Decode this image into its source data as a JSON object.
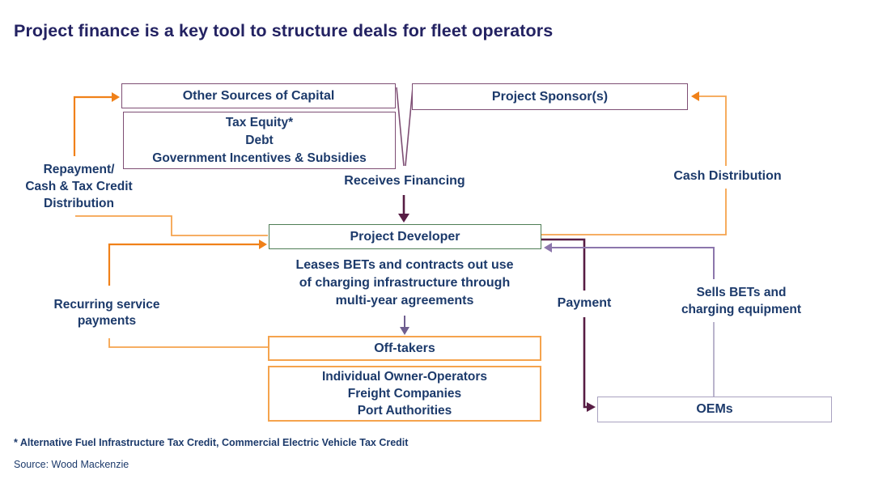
{
  "title": "Project finance is a key tool to structure deals for fleet operators",
  "boxes": {
    "other_sources": {
      "label": "Other Sources of Capital"
    },
    "capital_types": {
      "line1": "Tax Equity*",
      "line2": "Debt",
      "line3": "Government Incentives & Subsidies"
    },
    "project_sponsors": {
      "label": "Project Sponsor(s)"
    },
    "project_developer": {
      "label": "Project Developer"
    },
    "off_takers": {
      "label": "Off-takers"
    },
    "off_taker_types": {
      "line1": "Individual Owner-Operators",
      "line2": "Freight Companies",
      "line3": "Port Authorities"
    },
    "oems": {
      "label": "OEMs"
    }
  },
  "flow_labels": {
    "repayment_line1": "Repayment/",
    "repayment_line2": "Cash & Tax Credit",
    "repayment_line3": "Distribution",
    "receives_financing": "Receives Financing",
    "cash_distribution": "Cash Distribution",
    "leases_line1": "Leases BETs and contracts out use",
    "leases_line2": "of charging infrastructure through",
    "leases_line3": "multi-year agreements",
    "recurring_line1": "Recurring service",
    "recurring_line2": "payments",
    "payment": "Payment",
    "sells_line1": "Sells BETs and",
    "sells_line2": "charging equipment"
  },
  "footnote": "* Alternative Fuel Infrastructure Tax Credit, Commercial Electric Vehicle Tax Credit",
  "source": "Source: Wood Mackenzie",
  "colors": {
    "title_text": "#232262",
    "body_text": "#1C3A6B",
    "plum_border": "#7E4E74",
    "green_border": "#4F7D55",
    "orange_strong": "#F08119",
    "orange_light": "#F5A34D",
    "maroon_arrow": "#571D44",
    "lilac_arrow": "#8C76AC",
    "lavender_border": "#A9A2C0",
    "gray_purple_arrow": "#6F5F90"
  }
}
